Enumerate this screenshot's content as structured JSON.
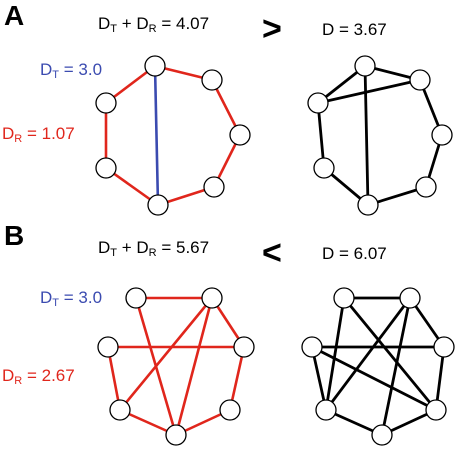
{
  "colors": {
    "tree": "#3b4bb0",
    "rest": "#e0261c",
    "plain": "#000000",
    "node_fill": "#ffffff"
  },
  "panels": [
    {
      "id": "A",
      "label": "A",
      "left_eq": {
        "a": "D",
        "a_sub": "T",
        "plus": " + ",
        "b": "D",
        "b_sub": "R",
        "value": " = 4.07"
      },
      "compare": ">",
      "right_eq": "D = 3.67",
      "dt_label": {
        "var": "D",
        "sub": "T",
        "value": " = 3.0"
      },
      "dr_label": {
        "var": "D",
        "sub": "R",
        "value": " = 1.07"
      },
      "colored_edges": [
        {
          "from": 0,
          "to": 1,
          "type": "rest"
        },
        {
          "from": 1,
          "to": 2,
          "type": "rest"
        },
        {
          "from": 2,
          "to": 3,
          "type": "rest"
        },
        {
          "from": 3,
          "to": 4,
          "type": "rest"
        },
        {
          "from": 4,
          "to": 5,
          "type": "rest"
        },
        {
          "from": 5,
          "to": 6,
          "type": "rest"
        },
        {
          "from": 6,
          "to": 7,
          "type": "rest"
        },
        {
          "from": 0,
          "to": 7,
          "type": "tree"
        },
        {
          "from": 0,
          "to": 4,
          "type": "tree"
        },
        {
          "from": 7,
          "to": 4,
          "type": "tree"
        },
        {
          "from": 7,
          "to": 6,
          "type": "rest"
        },
        {
          "from": 0,
          "to": 6,
          "type": "rest"
        }
      ],
      "plain_edges": [
        {
          "from": 0,
          "to": 1
        },
        {
          "from": 1,
          "to": 2
        },
        {
          "from": 2,
          "to": 3
        },
        {
          "from": 3,
          "to": 4
        },
        {
          "from": 4,
          "to": 5
        },
        {
          "from": 5,
          "to": 6
        },
        {
          "from": 6,
          "to": 7
        },
        {
          "from": 7,
          "to": 0
        },
        {
          "from": 0,
          "to": 6
        },
        {
          "from": 1,
          "to": 6
        },
        {
          "from": 7,
          "to": 4
        },
        {
          "from": 0,
          "to": 4
        }
      ]
    },
    {
      "id": "B",
      "label": "B",
      "left_eq": {
        "a": "D",
        "a_sub": "T",
        "plus": " + ",
        "b": "D",
        "b_sub": "R",
        "value": " = 5.67"
      },
      "compare": "<",
      "right_eq": "D = 6.07",
      "dt_label": {
        "var": "D",
        "sub": "T",
        "value": " = 3.0"
      },
      "dr_label": {
        "var": "D",
        "sub": "R",
        "value": " = 2.67"
      },
      "colored_edges": [
        {
          "from": 0,
          "to": 1,
          "type": "rest"
        },
        {
          "from": 1,
          "to": 2,
          "type": "rest"
        },
        {
          "from": 2,
          "to": 3,
          "type": "rest"
        },
        {
          "from": 3,
          "to": 4,
          "type": "rest"
        },
        {
          "from": 4,
          "to": 5,
          "type": "rest"
        },
        {
          "from": 5,
          "to": 6,
          "type": "rest"
        },
        {
          "from": 6,
          "to": 7,
          "type": "rest"
        },
        {
          "from": 7,
          "to": 0,
          "type": "rest"
        },
        {
          "from": 7,
          "to": 1,
          "type": "tree"
        },
        {
          "from": 7,
          "to": 2,
          "type": "tree"
        },
        {
          "from": 0,
          "to": 7,
          "type": "tree"
        },
        {
          "from": 0,
          "to": 4,
          "type": "rest"
        },
        {
          "from": 1,
          "to": 5,
          "type": "rest"
        },
        {
          "from": 1,
          "to": 4,
          "type": "rest"
        },
        {
          "from": 7,
          "to": 3,
          "type": "rest"
        },
        {
          "from": 6,
          "to": 2,
          "type": "rest"
        }
      ],
      "plain_edges": [
        {
          "from": 0,
          "to": 1
        },
        {
          "from": 1,
          "to": 2
        },
        {
          "from": 2,
          "to": 3
        },
        {
          "from": 3,
          "to": 4
        },
        {
          "from": 4,
          "to": 5
        },
        {
          "from": 5,
          "to": 6
        },
        {
          "from": 6,
          "to": 7
        },
        {
          "from": 7,
          "to": 0
        },
        {
          "from": 7,
          "to": 1
        },
        {
          "from": 7,
          "to": 2
        },
        {
          "from": 1,
          "to": 4
        },
        {
          "from": 1,
          "to": 5
        },
        {
          "from": 0,
          "to": 5
        },
        {
          "from": 6,
          "to": 3
        },
        {
          "from": 0,
          "to": 3
        },
        {
          "from": 6,
          "to": 2
        }
      ]
    }
  ]
}
